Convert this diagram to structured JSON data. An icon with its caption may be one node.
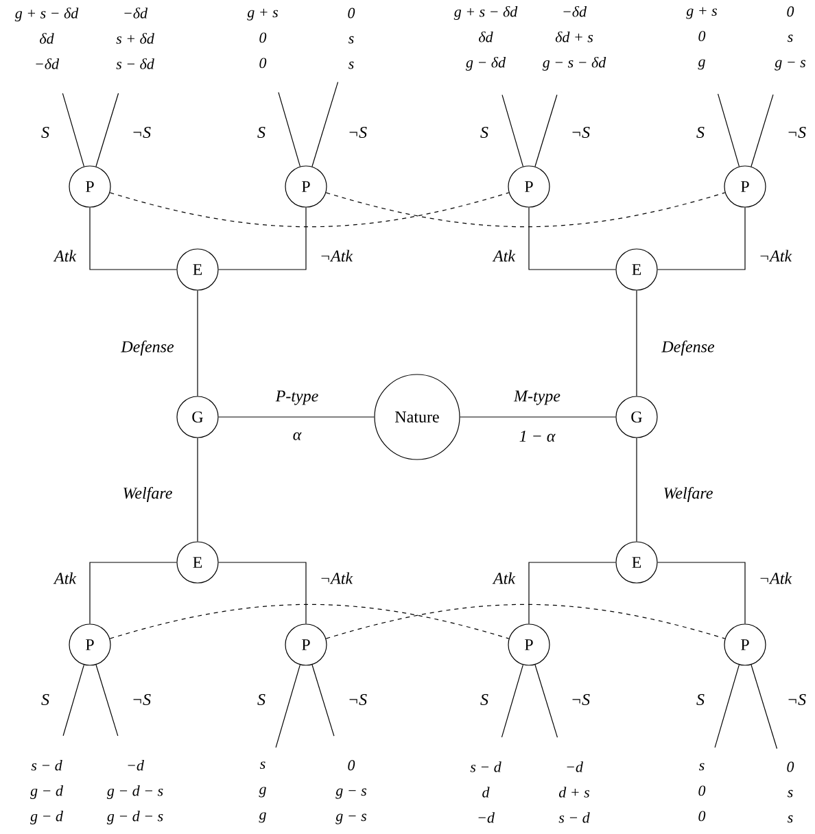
{
  "diagram": {
    "nodes": [
      {
        "text": [
          "Nature"
        ]
      },
      {
        "text": [
          "G"
        ]
      },
      {
        "text": [
          "G"
        ]
      },
      {
        "text": [
          "E"
        ]
      },
      {
        "text": [
          "E"
        ]
      },
      {
        "text": [
          "E"
        ]
      },
      {
        "text": [
          "E"
        ]
      },
      {
        "text": [
          "P"
        ]
      },
      {
        "text": [
          "P"
        ]
      },
      {
        "text": [
          "P"
        ]
      },
      {
        "text": [
          "P"
        ]
      },
      {
        "text": [
          "P"
        ]
      },
      {
        "text": [
          "P"
        ]
      },
      {
        "text": [
          "P"
        ]
      },
      {
        "text": [
          "P"
        ]
      },
      {
        "text": [
          "g + s − δd",
          "δd",
          "−δd"
        ]
      },
      {
        "text": [
          "−δd",
          "s + δd",
          "s − δd"
        ]
      },
      {
        "text": [
          "g + s",
          "0",
          "0"
        ]
      },
      {
        "text": [
          "0",
          "s",
          "s"
        ]
      },
      {
        "text": [
          "g + s − δd",
          "δd",
          "g − δd"
        ]
      },
      {
        "text": [
          "−δd",
          "δd + s",
          "g − s − δd"
        ]
      },
      {
        "text": [
          "g + s",
          "0",
          "g"
        ]
      },
      {
        "text": [
          "0",
          "s",
          "g − s"
        ]
      },
      {
        "text": [
          "s − d",
          "g − d",
          "g − d"
        ]
      },
      {
        "text": [
          "−d",
          "g − d − s",
          "g − d − s"
        ]
      },
      {
        "text": [
          "s",
          "g",
          "g"
        ]
      },
      {
        "text": [
          "0",
          "g − s",
          "g − s"
        ]
      },
      {
        "text": [
          "s − d",
          "d",
          "−d"
        ]
      },
      {
        "text": [
          "−d",
          "d + s",
          "s − d"
        ]
      },
      {
        "text": [
          "s",
          "0",
          "0"
        ]
      },
      {
        "text": [
          "0",
          "s",
          "s"
        ]
      }
    ],
    "edges": [
      {
        "from": 0,
        "to": 1,
        "arrow": "none",
        "label": "P-*type*"
      },
      {
        "from": 0,
        "to": 2,
        "arrow": "none",
        "label": "M-*type*"
      },
      {
        "from": 1,
        "to": 3,
        "arrow": "none",
        "label": "Defense"
      },
      {
        "from": 1,
        "to": 5,
        "arrow": "none",
        "label": "Welfare"
      },
      {
        "from": 2,
        "to": 4,
        "arrow": "none",
        "label": "Defense"
      },
      {
        "from": 2,
        "to": 6,
        "arrow": "none",
        "label": "Welfare"
      },
      {
        "from": 3,
        "to": 7,
        "arrow": "none",
        "label": "Atk"
      },
      {
        "from": 3,
        "to": 8,
        "arrow": "none",
        "label": "¬Atk"
      },
      {
        "from": 4,
        "to": 9,
        "arrow": "none",
        "label": "Atk"
      },
      {
        "from": 4,
        "to": 10,
        "arrow": "none",
        "label": "¬Atk"
      },
      {
        "from": 5,
        "to": 11,
        "arrow": "none",
        "label": "Atk"
      },
      {
        "from": 5,
        "to": 12,
        "arrow": "none",
        "label": "¬Atk"
      },
      {
        "from": 6,
        "to": 13,
        "arrow": "none",
        "label": "Atk"
      },
      {
        "from": 6,
        "to": 14,
        "arrow": "none",
        "label": "¬Atk"
      },
      {
        "from": 7,
        "to": 15,
        "arrow": "none",
        "label": "S"
      },
      {
        "from": 7,
        "to": 16,
        "arrow": "none",
        "label": "¬S"
      },
      {
        "from": 8,
        "to": 17,
        "arrow": "none",
        "label": "S"
      },
      {
        "from": 8,
        "to": 18,
        "arrow": "none",
        "label": "¬S"
      },
      {
        "from": 9,
        "to": 19,
        "arrow": "none",
        "label": "S"
      },
      {
        "from": 9,
        "to": 20,
        "arrow": "none",
        "label": "¬S"
      },
      {
        "from": 10,
        "to": 21,
        "arrow": "none",
        "label": "S"
      },
      {
        "from": 10,
        "to": 22,
        "arrow": "none",
        "label": "¬S"
      },
      {
        "from": 11,
        "to": 23,
        "arrow": "none",
        "label": "S"
      },
      {
        "from": 11,
        "to": 24,
        "arrow": "none",
        "label": "¬S"
      },
      {
        "from": 12,
        "to": 25,
        "arrow": "none",
        "label": "S"
      },
      {
        "from": 12,
        "to": 26,
        "arrow": "none",
        "label": "¬S"
      },
      {
        "from": 13,
        "to": 27,
        "arrow": "none",
        "label": "S"
      },
      {
        "from": 13,
        "to": 28,
        "arrow": "none",
        "label": "¬S"
      },
      {
        "from": 14,
        "to": 29,
        "arrow": "none",
        "label": "S"
      },
      {
        "from": 14,
        "to": 30,
        "arrow": "none",
        "label": "¬S"
      },
      {
        "from": 7,
        "to": 9,
        "arrow": "none",
        "style": "dashed"
      },
      {
        "from": 8,
        "to": 10,
        "arrow": "none",
        "style": "dashed"
      },
      {
        "from": 11,
        "to": 13,
        "arrow": "none",
        "style": "dashed"
      },
      {
        "from": 12,
        "to": 14,
        "arrow": "none",
        "style": "dashed"
      }
    ],
    "labels": [
      "α",
      "1 − α"
    ]
  }
}
